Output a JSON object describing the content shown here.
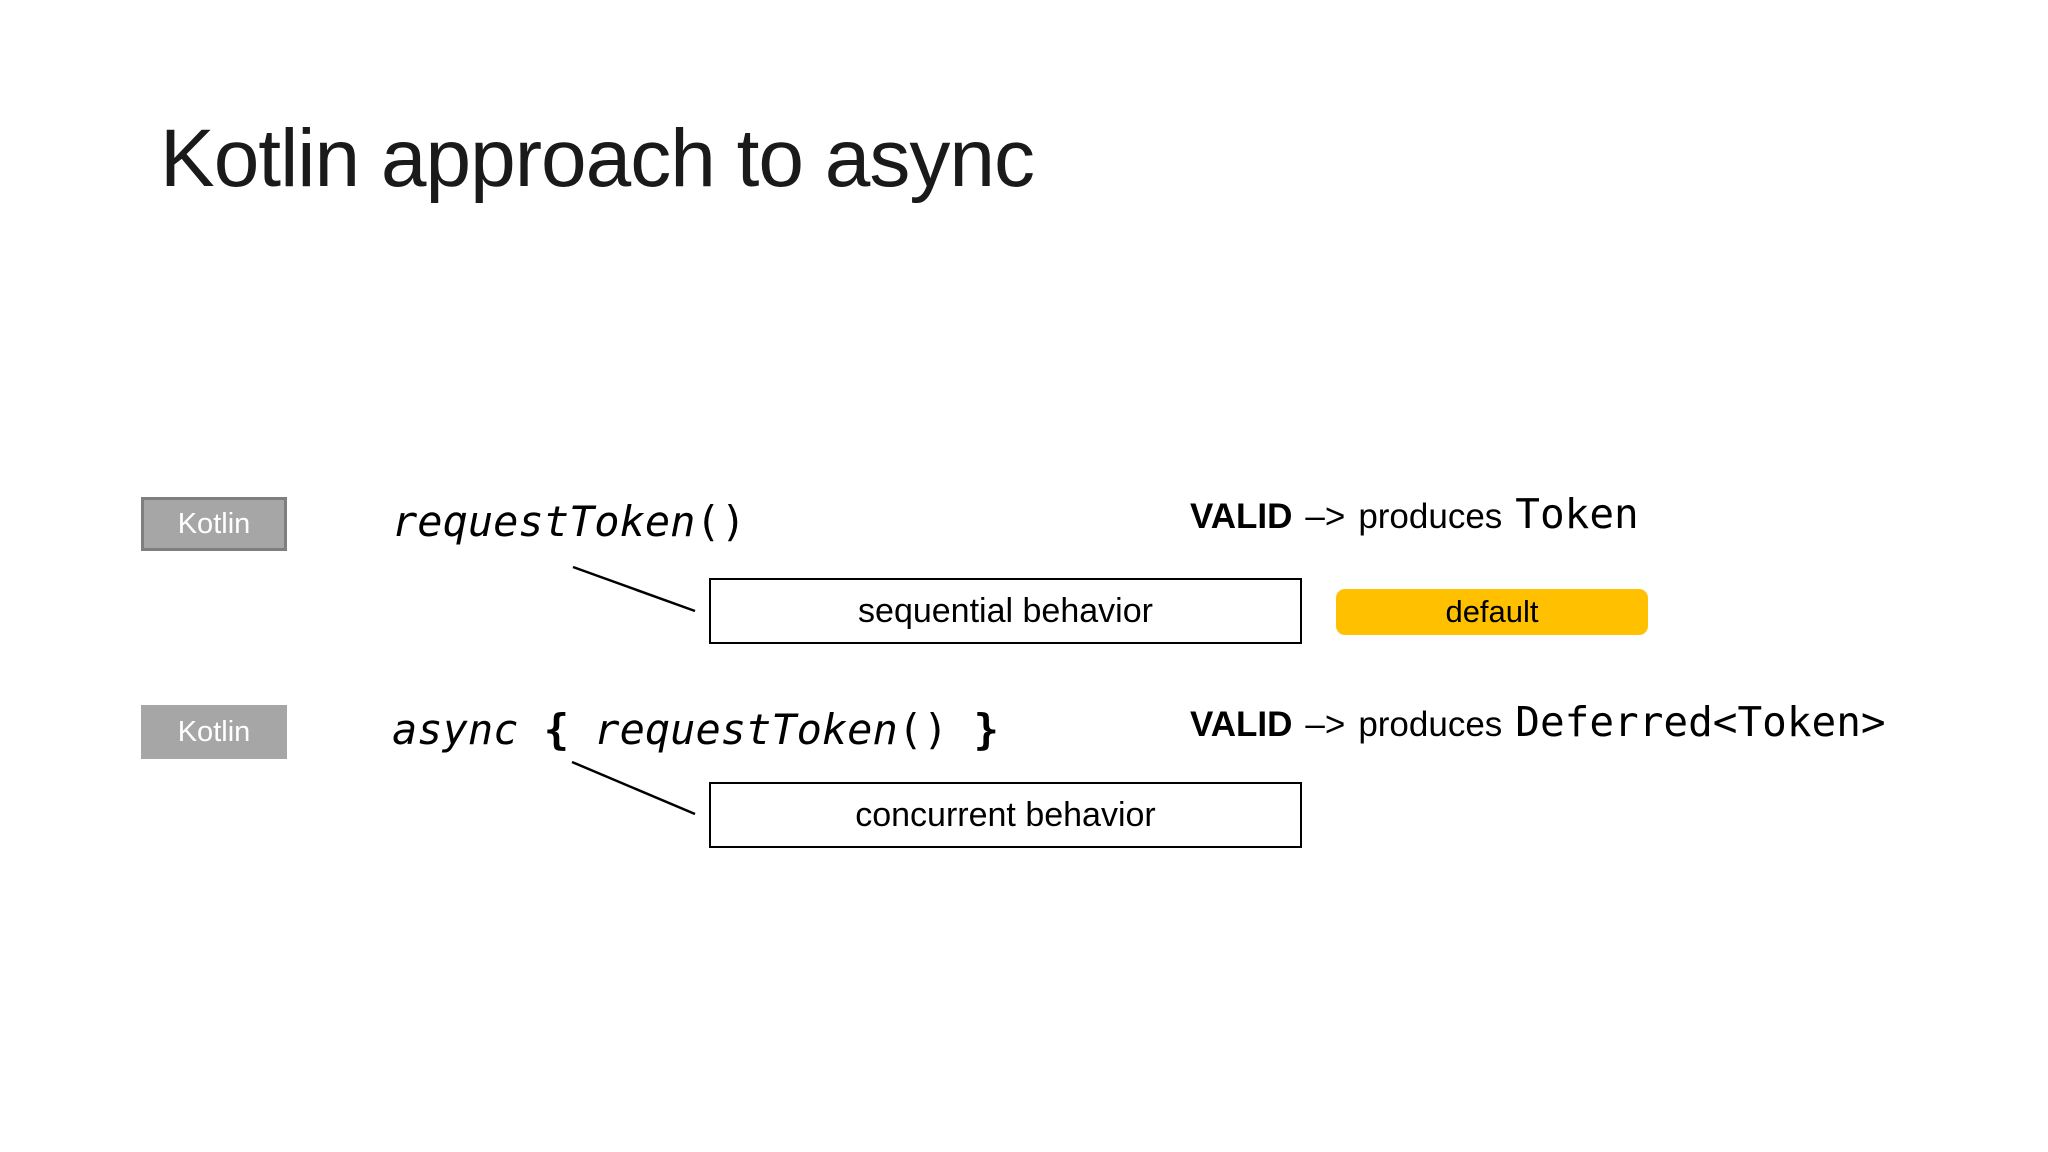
{
  "slide": {
    "title": "Kotlin approach to async"
  },
  "rows": [
    {
      "badge": "Kotlin",
      "code": {
        "fn": "requestToken",
        "parens": "()"
      },
      "result": {
        "valid": "VALID",
        "arrow": "–>",
        "produces": "produces",
        "type": "Token"
      },
      "callout": "sequential behavior",
      "tag": "default"
    },
    {
      "badge": "Kotlin",
      "code": {
        "kw": "async",
        "open": " { ",
        "fn": "requestToken",
        "parens": "()",
        "close": " }"
      },
      "result": {
        "valid": "VALID",
        "arrow": "–>",
        "produces": "produces",
        "type": "Deferred<Token>"
      },
      "callout": "concurrent behavior"
    }
  ],
  "colors": {
    "badge_bg": "#a6a6a6",
    "badge_border": "#7f7f7f",
    "badge_text": "#ffffff",
    "tag_bg": "#ffc000",
    "ink": "#000000",
    "title_ink": "#1a1a1a",
    "slide_bg": "#ffffff"
  }
}
